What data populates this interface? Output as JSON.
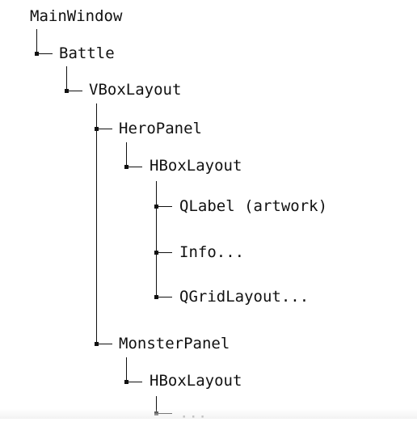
{
  "tree": {
    "root": "MainWindow",
    "nodes": [
      {
        "label": "Battle",
        "depth": 1
      },
      {
        "label": "VBoxLayout",
        "depth": 2
      },
      {
        "label": "HeroPanel",
        "depth": 3
      },
      {
        "label": "HBoxLayout",
        "depth": 4
      },
      {
        "label": "QLabel (artwork)",
        "depth": 5
      },
      {
        "label": "Info...",
        "depth": 5
      },
      {
        "label": "QGridLayout...",
        "depth": 5
      },
      {
        "label": "MonsterPanel",
        "depth": 3
      },
      {
        "label": "HBoxLayout",
        "depth": 4
      },
      {
        "label": "...",
        "depth": 5
      }
    ]
  }
}
